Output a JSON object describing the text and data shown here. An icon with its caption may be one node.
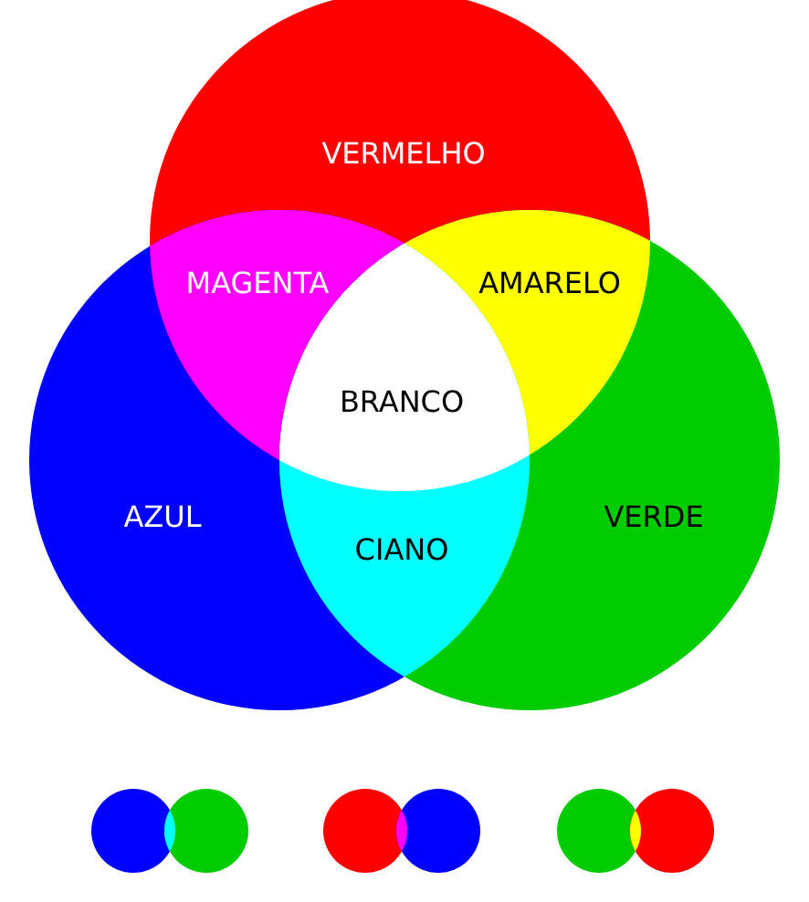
{
  "diagram": {
    "nodes": [
      {
        "text": [
          "VERMELHO"
        ]
      },
      {
        "text": [
          "AZUL"
        ]
      },
      {
        "text": [
          "VERDE"
        ]
      },
      {
        "text": [],
        "shape": "circle"
      },
      {
        "text": [],
        "shape": "circle"
      },
      {
        "text": [],
        "shape": "circle"
      },
      {
        "text": [],
        "shape": "circle"
      },
      {
        "text": [],
        "shape": "circle"
      },
      {
        "text": [],
        "shape": "circle"
      }
    ],
    "labels": [
      "MAGENTA",
      "AMARELO",
      "BRANCO",
      "CIANO"
    ]
  }
}
